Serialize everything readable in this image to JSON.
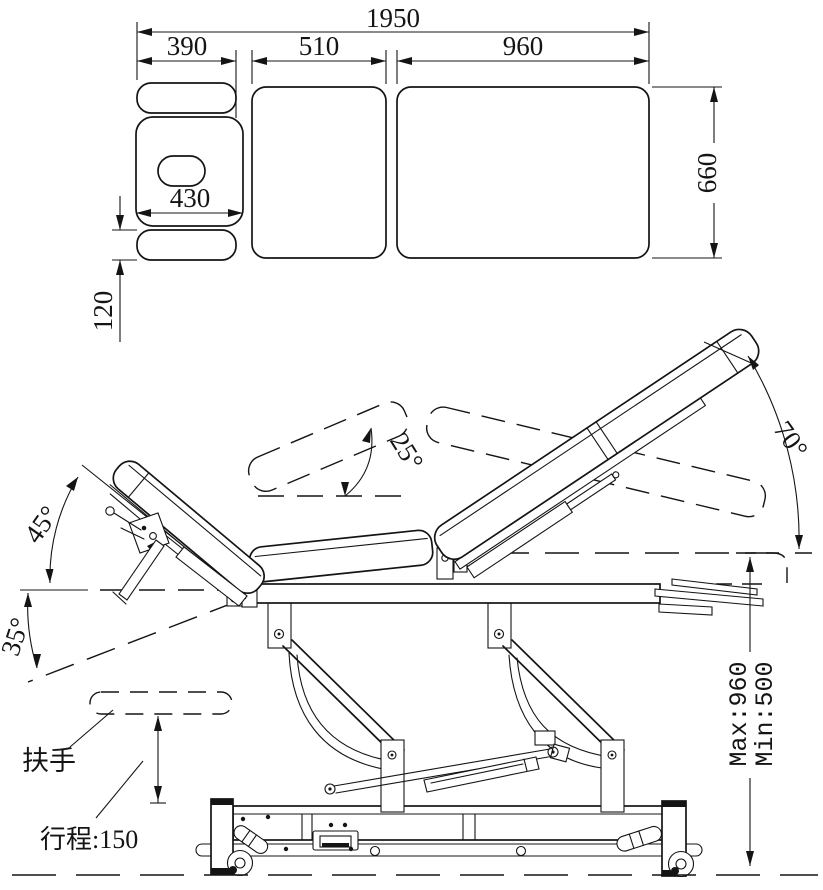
{
  "page": {
    "background": "#ffffff",
    "line_color": "#141414"
  },
  "top_view": {
    "dims": {
      "overall_length": "1950",
      "head_section_length": "390",
      "mid_section_length": "510",
      "back_section_length": "960",
      "head_width": "430",
      "table_width": "660",
      "armrest_width": "120"
    }
  },
  "side_view": {
    "angles": {
      "headrest_up": "45°",
      "headrest_down": "35°",
      "seat_tilt": "25°",
      "backrest_up": "70°"
    },
    "labels": {
      "armrest": "扶手",
      "armrest_stroke": "行程:150",
      "height_max": "Max:960",
      "height_min": "Min:500"
    }
  }
}
